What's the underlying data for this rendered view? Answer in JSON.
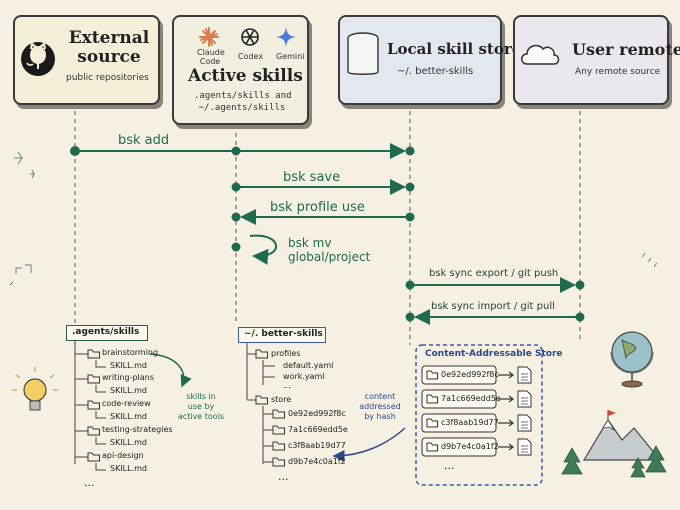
{
  "participants": {
    "external": {
      "title_line1": "External",
      "title_line2": "source",
      "subtitle": "public repositories"
    },
    "active": {
      "title": "Active skills",
      "tools": [
        "Claude Code",
        "Codex",
        "Gemini"
      ],
      "path_line1": ".agents/skills and",
      "path_line2": "~/.agents/skills"
    },
    "local": {
      "title": "Local skill store",
      "subtitle": "~/. better-skills"
    },
    "remote": {
      "title": "User remote",
      "subtitle": "Any remote source"
    }
  },
  "commands": {
    "add": "bsk add",
    "save": "bsk save",
    "profile_use": "bsk profile use",
    "mv_line1": "bsk mv",
    "mv_line2": "global/project",
    "sync_export": "bsk sync export / git push",
    "sync_import": "bsk sync import / git pull"
  },
  "agents_tree": {
    "root": ".agents/skills",
    "items": [
      {
        "folder": "brainstorming",
        "file": "SKILL.md"
      },
      {
        "folder": "writing-plans",
        "file": "SKILL.md"
      },
      {
        "folder": "code-review",
        "file": "SKILL.md"
      },
      {
        "folder": "testing-strategies",
        "file": "SKILL.md"
      },
      {
        "folder": "api-design",
        "file": "SKILL.md"
      }
    ],
    "ellipsis": "...",
    "note": [
      "skills in",
      "use by",
      "active tools"
    ]
  },
  "better_tree": {
    "root": "~/. better-skills",
    "profiles_label": "profiles",
    "profiles": [
      "default.yaml",
      "work.yaml",
      "..."
    ],
    "store_label": "store",
    "hashes": [
      "0e92ed992f8c",
      "7a1c669edd5e",
      "c3f8aab19d77",
      "d9b7e4c0a1f2"
    ],
    "ellipsis": "..."
  },
  "cas": {
    "title": "Content-Addressable Store",
    "hashes": [
      "0e92ed992f8c",
      "7a1c669edd5e",
      "c3f8aab19d77",
      "d9b7e4c0a1f2"
    ],
    "ellipsis": "...",
    "note": [
      "content",
      "addressed",
      "by hash"
    ]
  },
  "colors": {
    "arrow": "#1f6a4e",
    "tree_line": "#444444",
    "cas_border": "#3b5aa0",
    "note_blue": "#2b4a8a"
  },
  "icons": [
    "github-icon",
    "claude-icon",
    "openai-icon",
    "gemini-icon",
    "database-icon",
    "cloud-icon",
    "lightbulb-icon",
    "globe-icon",
    "mountain-icon",
    "tree-icon",
    "folder-icon",
    "document-icon"
  ]
}
